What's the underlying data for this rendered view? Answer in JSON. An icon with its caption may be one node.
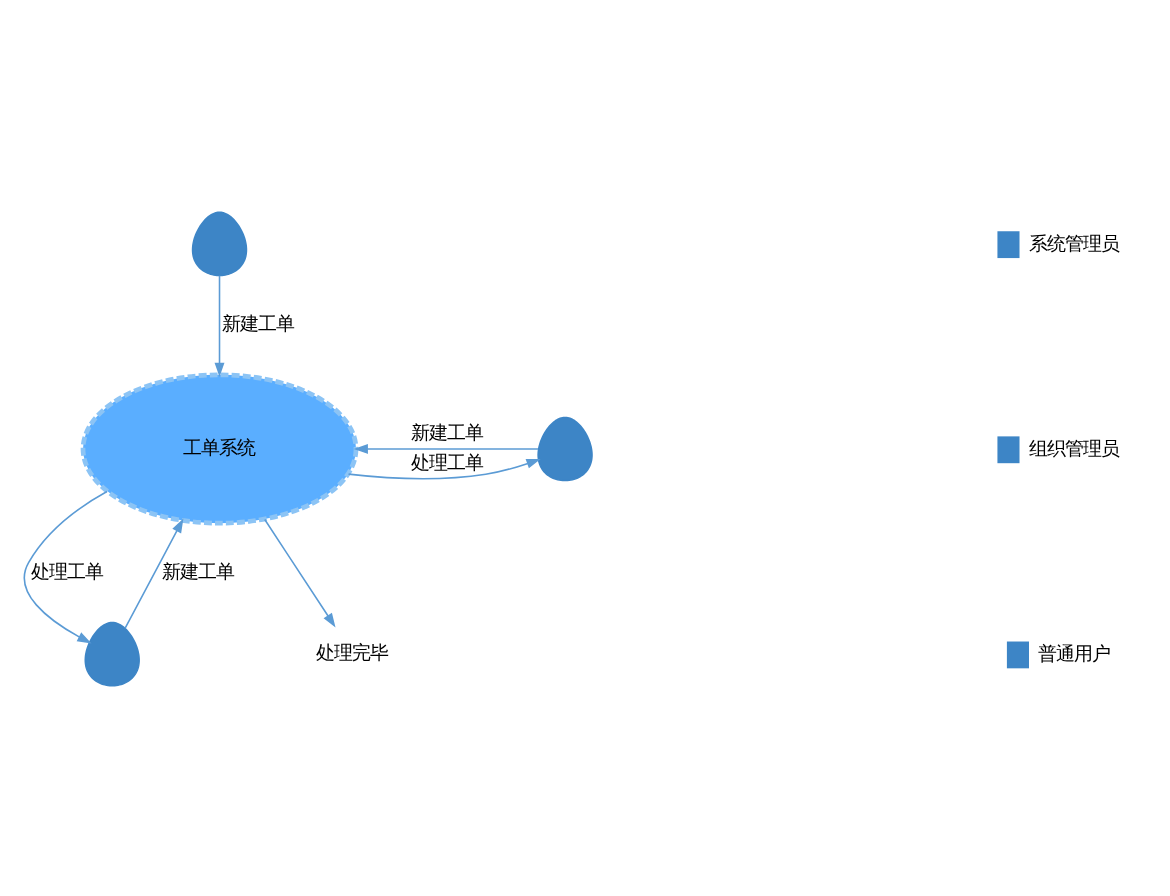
{
  "diagram": {
    "nodes": [
      {
        "text": [],
        "shape": "person"
      },
      {
        "text": [
          "工单系统"
        ]
      },
      {
        "text": [],
        "shape": "person"
      },
      {
        "text": [],
        "shape": "person"
      },
      {
        "text": [
          "处理完毕"
        ]
      }
    ],
    "edges": [
      {
        "from": 0,
        "to": 1,
        "arrow": "to",
        "label": "新建工单"
      },
      {
        "from": 2,
        "to": 1,
        "arrow": "to",
        "label": "新建工单"
      },
      {
        "from": 1,
        "to": 2,
        "arrow": "to",
        "label": "处理工单"
      },
      {
        "from": 1,
        "to": 3,
        "arrow": "to",
        "label": "处理工单"
      },
      {
        "from": 3,
        "to": 1,
        "arrow": "to",
        "label": "新建工单"
      },
      {
        "from": 1,
        "to": 4,
        "arrow": "to"
      }
    ],
    "legend": [
      {
        "text": "系统管理员"
      },
      {
        "text": "组织管理员"
      },
      {
        "text": "普通用户"
      }
    ]
  }
}
